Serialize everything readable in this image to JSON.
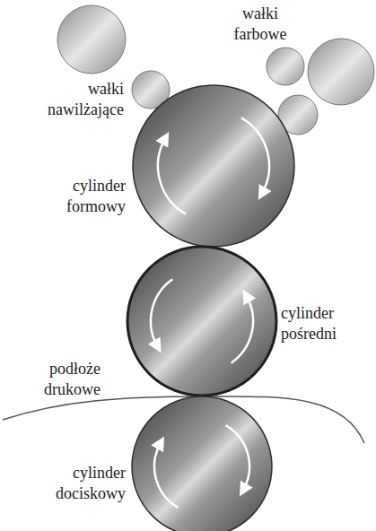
{
  "diagram": {
    "labels": [
      "wałki farbowe",
      "wałki nawilżające",
      "cylinder formowy",
      "cylinder pośredni",
      "podłoże drukowe",
      "cylinder dociskowy"
    ]
  }
}
